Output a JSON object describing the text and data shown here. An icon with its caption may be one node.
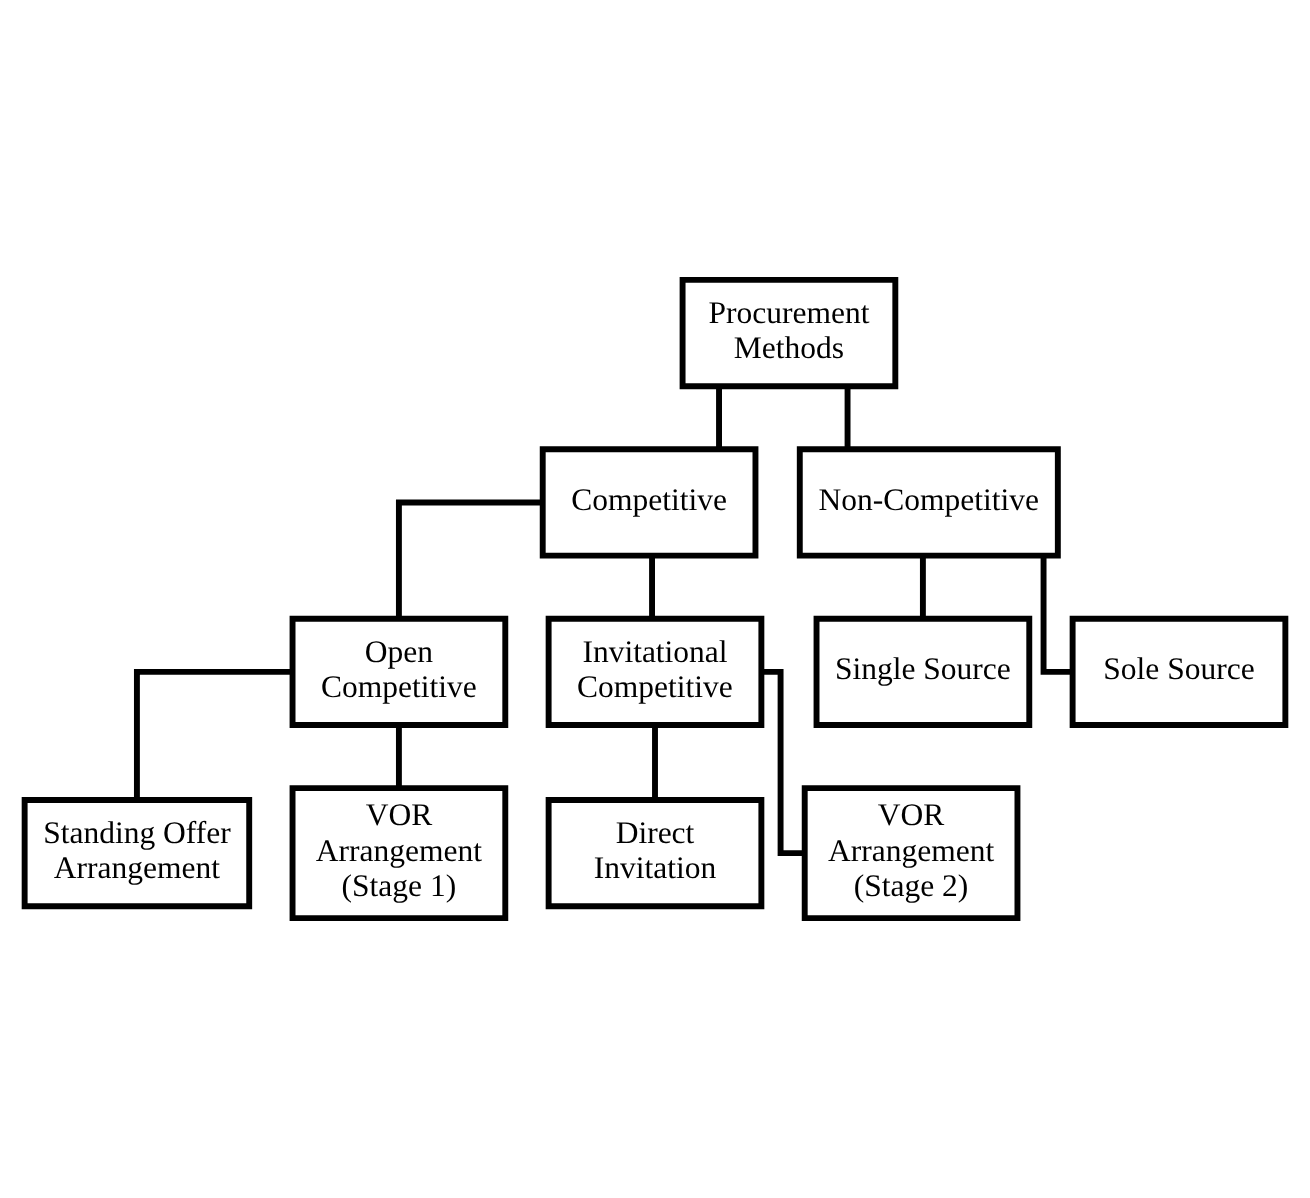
{
  "diagram": {
    "nodes": [
      {
        "text": [
          "Procurement Methods"
        ]
      },
      {
        "text": [
          "Competitive"
        ]
      },
      {
        "text": [
          "Non-Competitive"
        ]
      },
      {
        "text": [
          "Open Competitive"
        ]
      },
      {
        "text": [
          "Invitational Competitive"
        ]
      },
      {
        "text": [
          "Standing Offer Arrangement"
        ]
      },
      {
        "text": [
          "VOR Arrangement (Stage 1)"
        ]
      },
      {
        "text": [
          "Direct Invitation"
        ]
      },
      {
        "text": [
          "VOR Arrangement (Stage 2)"
        ]
      },
      {
        "text": [
          "Single Source"
        ]
      },
      {
        "text": [
          "Sole Source"
        ]
      }
    ],
    "edges": [
      {
        "from": 0,
        "to": 1,
        "arrow": "none"
      },
      {
        "from": 0,
        "to": 2,
        "arrow": "none"
      },
      {
        "from": 1,
        "to": 3,
        "arrow": "none"
      },
      {
        "from": 1,
        "to": 4,
        "arrow": "none"
      },
      {
        "from": 3,
        "to": 5,
        "arrow": "none"
      },
      {
        "from": 3,
        "to": 6,
        "arrow": "none"
      },
      {
        "from": 4,
        "to": 7,
        "arrow": "none"
      },
      {
        "from": 4,
        "to": 8,
        "arrow": "none"
      },
      {
        "from": 2,
        "to": 9,
        "arrow": "none"
      },
      {
        "from": 2,
        "to": 10,
        "arrow": "none"
      }
    ]
  }
}
